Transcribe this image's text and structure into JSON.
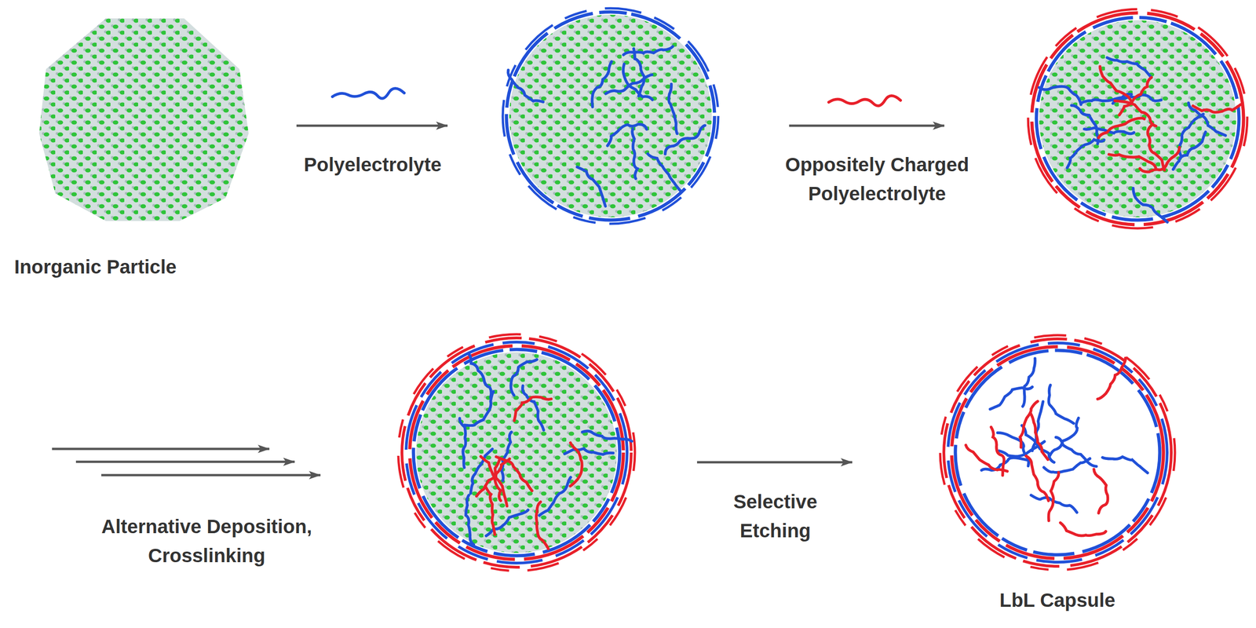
{
  "diagram": {
    "labels": [
      "Polyelectrolyte",
      "Oppositely Charged Polyelectrolyte",
      "Inorganic Particle",
      "Alternative Deposition, Crosslinking",
      "Selective Etching",
      "LbL Capsule"
    ]
  }
}
